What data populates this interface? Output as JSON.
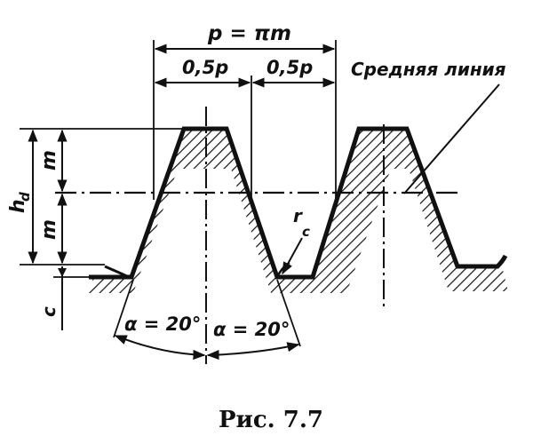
{
  "labels": {
    "pitch": "p = πm",
    "half_pitch_left": "0,5p",
    "half_pitch_right": "0,5p",
    "mean_line": "Средняя линия",
    "total_depth": "h_d",
    "total_depth_main": "h",
    "total_depth_sub": "d",
    "module_upper": "m",
    "module_lower": "m",
    "clearance": "c",
    "fillet_radius": "r",
    "fillet_radius_sub": "c",
    "angle_left": "α = 20°",
    "angle_right": "α = 20°"
  },
  "caption": "Рис. 7.7"
}
